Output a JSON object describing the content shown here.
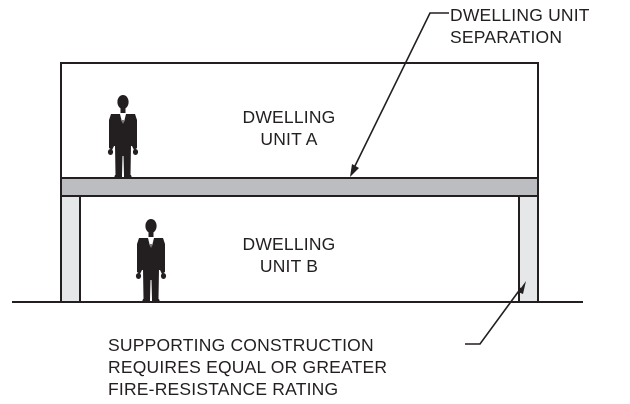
{
  "labels": {
    "separation": [
      "DWELLING UNIT",
      "SEPARATION"
    ],
    "unit_a": [
      "DWELLING",
      "UNIT A"
    ],
    "unit_b": [
      "DWELLING",
      "UNIT B"
    ],
    "supporting": [
      "SUPPORTING CONSTRUCTION",
      "REQUIRES EQUAL OR GREATER",
      "FIRE-RESISTANCE RATING"
    ]
  },
  "colors": {
    "line": "#231f20",
    "floor_fill": "#bcbdc0",
    "column_fill": "#e6e7e8",
    "figure": "#231f20",
    "background": "#ffffff"
  },
  "icons": {
    "figure_a": "person-icon",
    "figure_b": "person-icon"
  }
}
